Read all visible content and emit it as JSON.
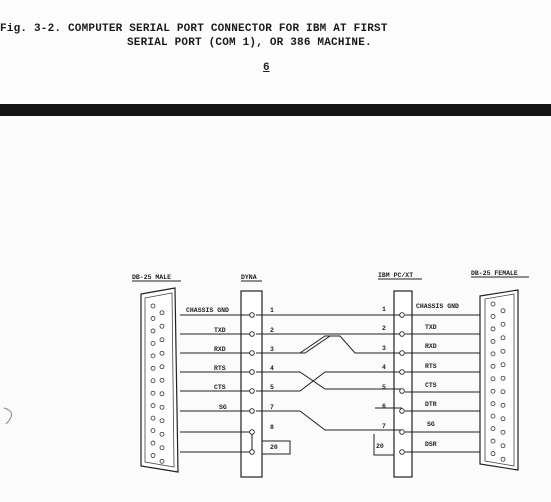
{
  "caption": {
    "line1": "Fig. 3-2. COMPUTER SERIAL PORT CONNECTOR FOR IBM AT FIRST",
    "line2": "SERIAL PORT (COM 1), OR 386 MACHINE."
  },
  "page_number": "6",
  "diagram": {
    "headers": {
      "left_connector": "DB-25 MALE",
      "left_device": "DYNA",
      "right_device": "IBM PC/XT",
      "right_connector": "DB-25 FEMALE"
    },
    "left_signals": [
      {
        "label": "CHASSIS GND",
        "pin": "1"
      },
      {
        "label": "TXD",
        "pin": "2"
      },
      {
        "label": "RXD",
        "pin": "3"
      },
      {
        "label": "RTS",
        "pin": "4"
      },
      {
        "label": "CTS",
        "pin": "5"
      },
      {
        "label": "SG",
        "pin": "7"
      },
      {
        "label": "",
        "pin": "8"
      },
      {
        "label": "",
        "pin": "20"
      }
    ],
    "right_signals": [
      {
        "label": "CHASSIS GND",
        "pin": "1"
      },
      {
        "label": "TXD",
        "pin": "2"
      },
      {
        "label": "RXD",
        "pin": "3"
      },
      {
        "label": "RTS",
        "pin": "4"
      },
      {
        "label": "CTS",
        "pin": "5"
      },
      {
        "label": "DTR",
        "pin": "6"
      },
      {
        "label": "SG",
        "pin": "7"
      },
      {
        "label": "DSR",
        "pin": "20"
      }
    ]
  }
}
